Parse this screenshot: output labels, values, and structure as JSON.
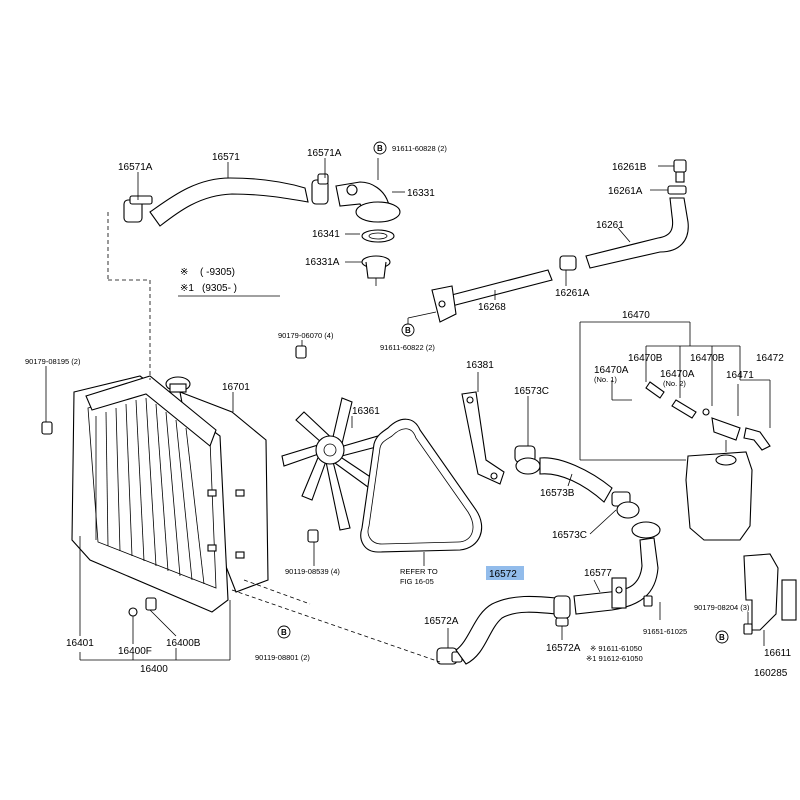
{
  "labels": {
    "p16571A": "16571A",
    "p16571": "16571",
    "p16571A_2": "16571A",
    "p91611_60828": "91611-60828 (2)",
    "p16331": "16331",
    "p16341": "16341",
    "p16331A": "16331A",
    "p16261B": "16261B",
    "p16261A": "16261A",
    "p16261": "16261",
    "p16261A_2": "16261A",
    "p16268": "16268",
    "p91611_60822": "91611-60822 (2)",
    "p90179_06070": "90179-06070 (4)",
    "p90179_08195": "90179-08195 (2)",
    "p16701": "16701",
    "p16361": "16361",
    "p16381": "16381",
    "p16573C": "16573C",
    "p16573B": "16573B",
    "p16573C_2": "16573C",
    "p16470": "16470",
    "p16470B": "16470B",
    "p16470B_2": "16470B",
    "p16472": "16472",
    "p16470A_1": "16470A",
    "p16470A_1_no": "(No. 1)",
    "p16470A_2": "16470A",
    "p16470A_2_no": "(No. 2)",
    "p16471": "16471",
    "p90119_08539": "90119-08539 (4)",
    "refer_1": "REFER TO",
    "refer_2": "FIG 16-05",
    "p16572": "16572",
    "p16577": "16577",
    "p90179_08204": "90179-08204 (3)",
    "p16572A": "16572A",
    "p16572A_2": "16572A",
    "p91611_61050": "※ 91611-61050",
    "p91612_61050": "※1 91612-61050",
    "p91651_61025": "91651-61025",
    "p16611": "16611",
    "p160285": "160285",
    "p16401": "16401",
    "p16400F": "16400F",
    "p16400B": "16400B",
    "p16400": "16400",
    "p90119_08801": "90119-08801 (2)"
  },
  "notes": {
    "note1_mark": "※",
    "note1_range": "(       -9305)",
    "note2_mark": "※1",
    "note2_range": "(9305-       )"
  },
  "circle_marker": "B",
  "highlight_color": "#7fb0e8"
}
